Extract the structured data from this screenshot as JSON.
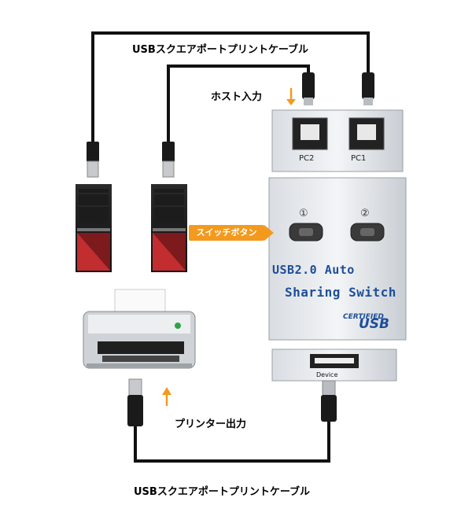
{
  "labels": {
    "cable_top": "USBスクエアポートプリントケーブル",
    "host_input": "ホスト入力",
    "switch_button": "スイッチボタン",
    "printer_output": "プリンター出力",
    "cable_bottom": "USBスクエアポートプリントケーブル"
  },
  "switch_box": {
    "port_pc2": "PC2",
    "port_pc1": "PC1",
    "button_1": "①",
    "button_2": "②",
    "title_line1": "USB2.0 Auto",
    "title_line2": "Sharing Switch",
    "logo_small": "CERTIFIED",
    "logo_usb": "USB",
    "device_port": "Device"
  },
  "colors": {
    "arrow_orange": "#f39a1e",
    "brand_blue": "#1d4e9a",
    "cable_black": "#111111",
    "pc_red": "#b8262a"
  }
}
